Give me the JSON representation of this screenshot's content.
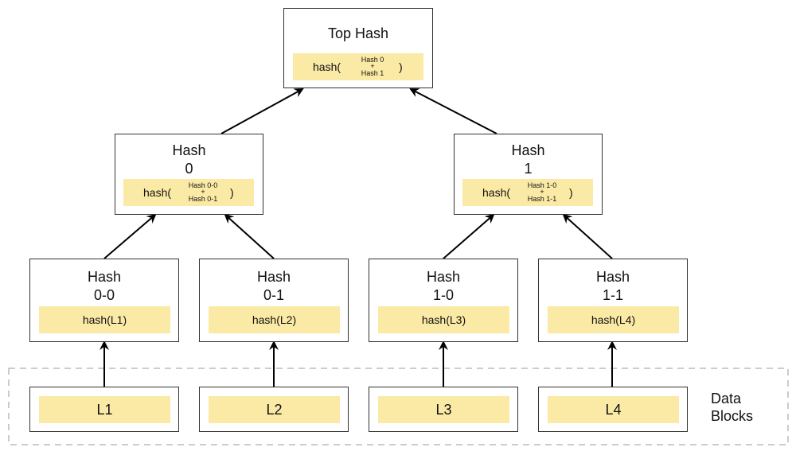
{
  "top": {
    "title": "Top Hash",
    "fn": "hash(",
    "arg1": "Hash 0",
    "plus": "+",
    "arg2": "Hash 1",
    "close": ")"
  },
  "h0": {
    "title1": "Hash",
    "title2": "0",
    "fn": "hash(",
    "arg1": "Hash 0-0",
    "plus": "+",
    "arg2": "Hash 0-1",
    "close": ")"
  },
  "h1": {
    "title1": "Hash",
    "title2": "1",
    "fn": "hash(",
    "arg1": "Hash 1-0",
    "plus": "+",
    "arg2": "Hash 1-1",
    "close": ")"
  },
  "leaves_hash": [
    {
      "title1": "Hash",
      "title2": "0-0",
      "value": "hash(L1)"
    },
    {
      "title1": "Hash",
      "title2": "0-1",
      "value": "hash(L2)"
    },
    {
      "title1": "Hash",
      "title2": "1-0",
      "value": "hash(L3)"
    },
    {
      "title1": "Hash",
      "title2": "1-1",
      "value": "hash(L4)"
    }
  ],
  "data_blocks": {
    "label_line1": "Data",
    "label_line2": "Blocks",
    "items": [
      "L1",
      "L2",
      "L3",
      "L4"
    ]
  },
  "colors": {
    "highlight": "#fbeaa5",
    "border": "#333333",
    "dashed": "#bbbbbb"
  }
}
